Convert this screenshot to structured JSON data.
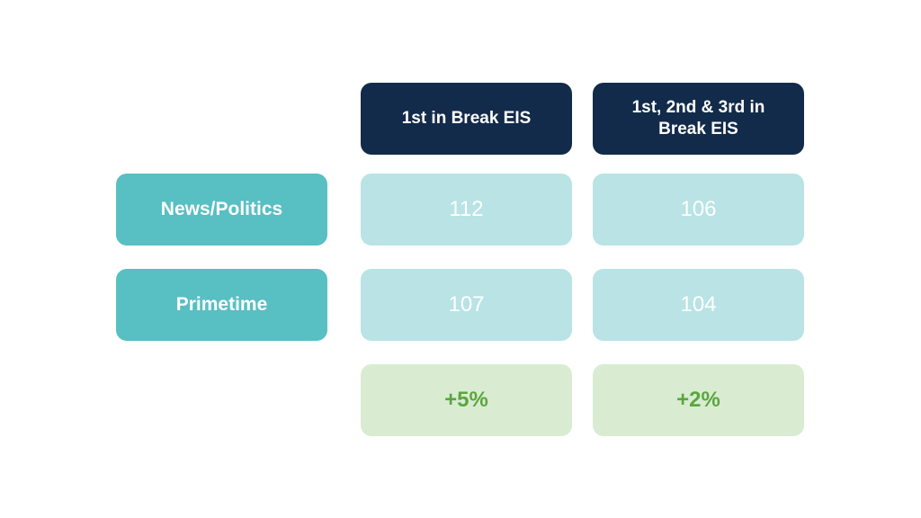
{
  "table": {
    "columns": [
      "1st in Break EIS",
      "1st, 2nd & 3rd in Break EIS"
    ],
    "rows": [
      {
        "label": "News/Politics",
        "values": [
          "112",
          "106"
        ]
      },
      {
        "label": "Primetime",
        "values": [
          "107",
          "104"
        ]
      }
    ],
    "differences": [
      "+5%",
      "+2%"
    ]
  },
  "colors": {
    "column_header_bg": "#132b4a",
    "row_header_bg": "#58bfc3",
    "value_bg": "#b9e3e5",
    "difference_bg": "#d9ecd2",
    "difference_text": "#5aa63f"
  }
}
